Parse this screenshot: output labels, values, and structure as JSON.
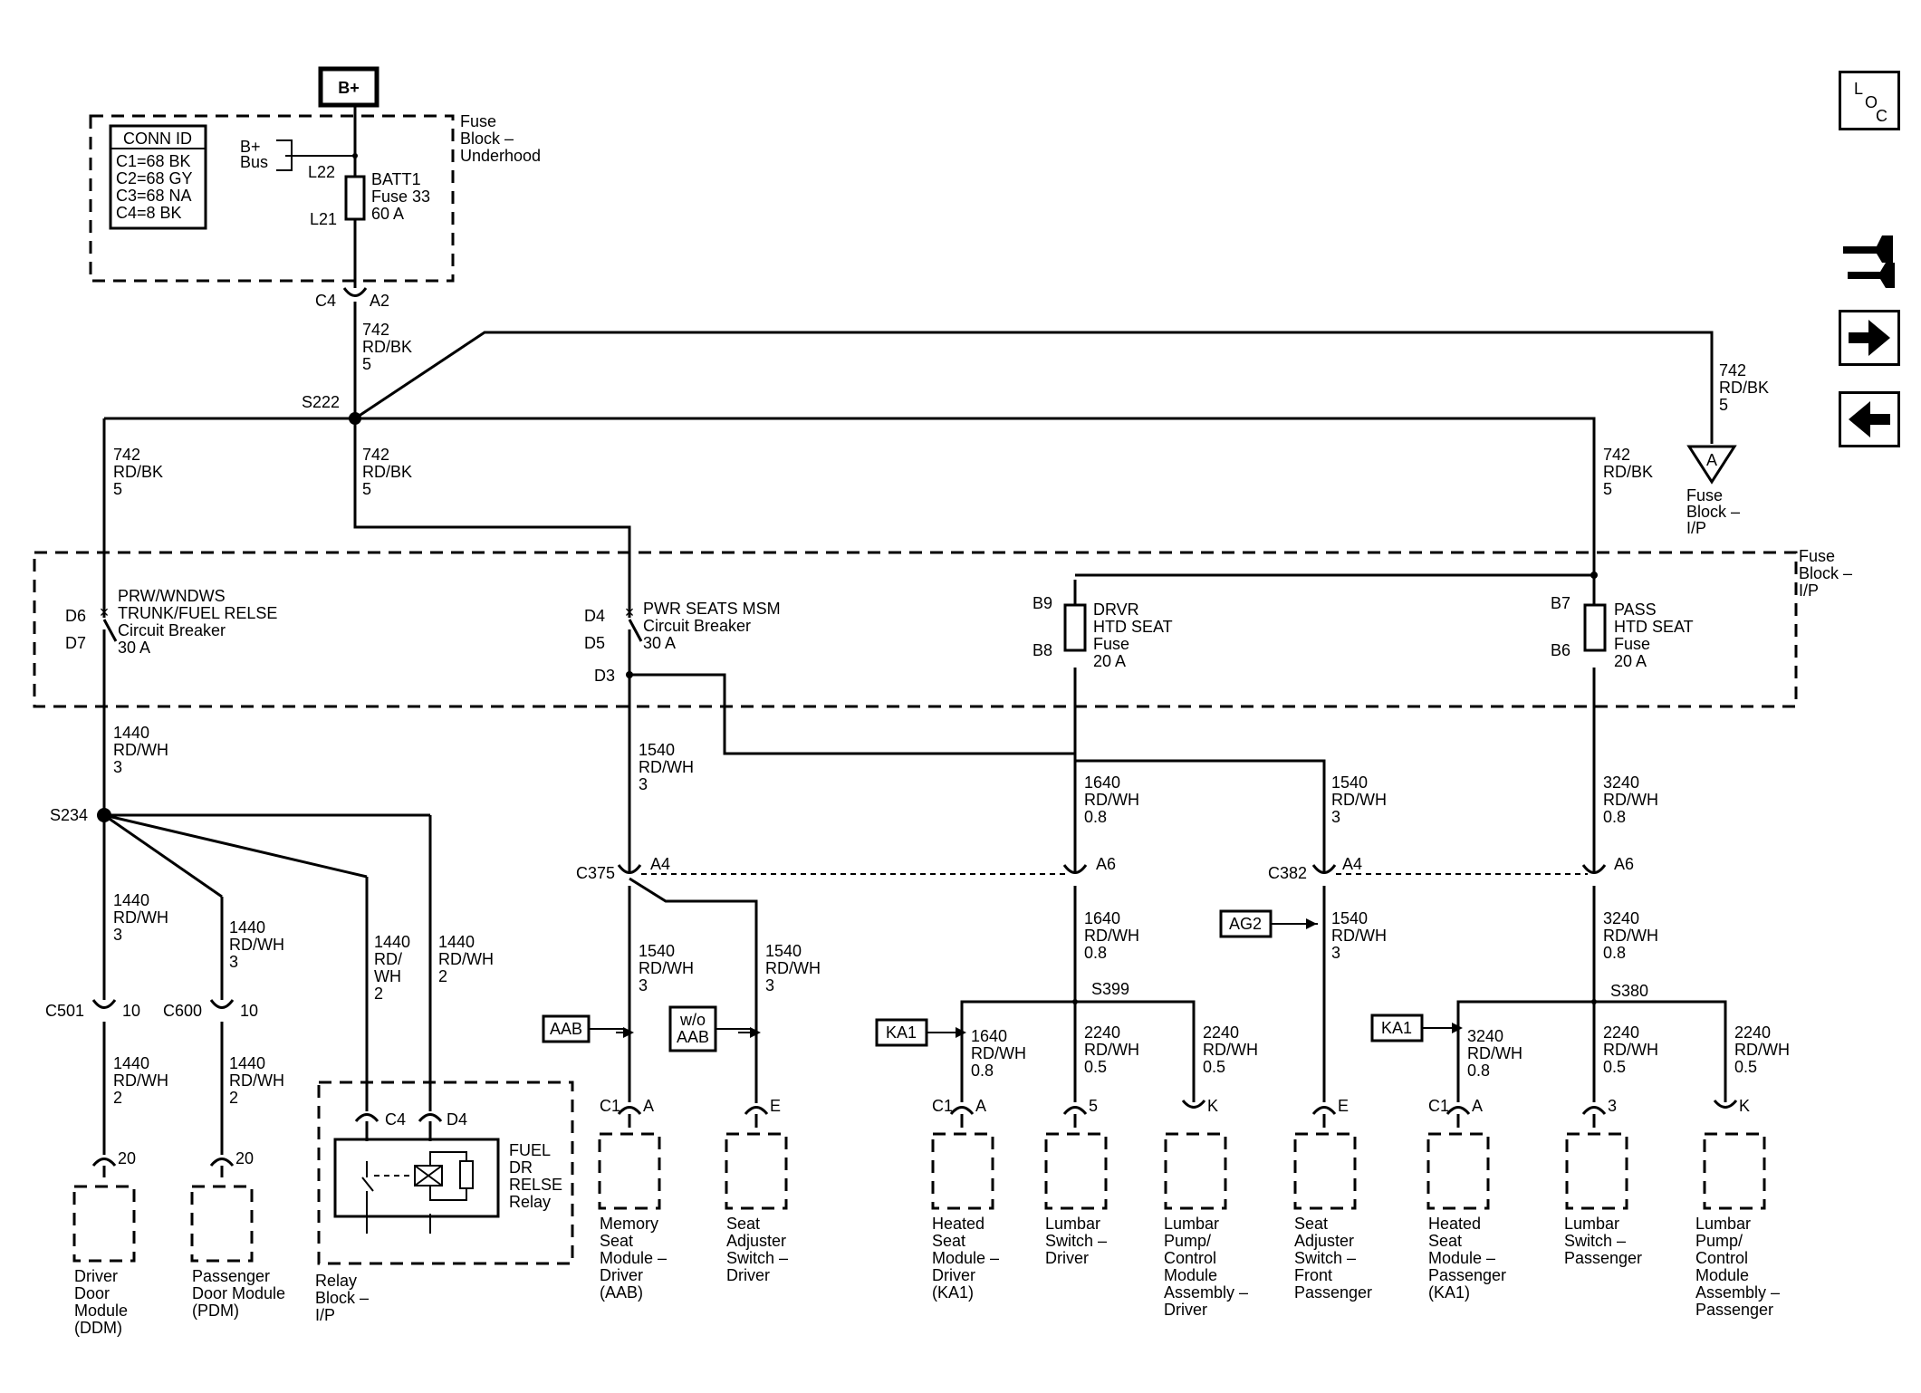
{
  "supply": {
    "bplus": "B+",
    "bplus_bus": [
      "B+",
      "Bus"
    ],
    "fuse_block_underhood": [
      "Fuse",
      "Block –",
      "Underhood"
    ],
    "fuse_block_ip": [
      "Fuse",
      "Block –",
      "I/P"
    ],
    "offpage_fuse_block": [
      "Fuse",
      "Block –",
      "I/P"
    ],
    "offpage_letter": "A"
  },
  "conn_id": {
    "title": "CONN ID",
    "lines": [
      "C1=68 BK",
      "C2=68 GY",
      "C3=68 NA",
      "C4=8 BK"
    ]
  },
  "batt_fuse": {
    "lines": [
      "BATT1",
      "Fuse 33",
      "60 A"
    ],
    "in_pin": "L22",
    "out_pin": "L21"
  },
  "conn_c4": {
    "name": "C4",
    "pin": "A2"
  },
  "splices": {
    "s222": "S222",
    "s234": "S234",
    "s399": "S399",
    "s380": "S380"
  },
  "wires": {
    "w742_a": [
      "742",
      "RD/BK",
      "5"
    ],
    "w742_b": [
      "742",
      "RD/BK",
      "5"
    ],
    "w742_c": [
      "742",
      "RD/BK",
      "5"
    ],
    "w742_d": [
      "742",
      "RD/BK",
      "5"
    ],
    "w742_e": [
      "742",
      "RD/BK",
      "5"
    ],
    "w1440_a": [
      "1440",
      "RD/WH",
      "3"
    ],
    "w1440_b": [
      "1440",
      "RD/WH",
      "3"
    ],
    "w1440_c": [
      "1440",
      "RD/WH",
      "3"
    ],
    "w1440_d": [
      "1440",
      "RD/",
      "WH",
      "2"
    ],
    "w1440_e": [
      "1440",
      "RD/WH",
      "2"
    ],
    "w1440_f": [
      "1440",
      "RD/WH",
      "2"
    ],
    "w1440_g": [
      "1440",
      "RD/WH",
      "2"
    ],
    "w1540_a": [
      "1540",
      "RD/WH",
      "3"
    ],
    "w1540_b": [
      "1540",
      "RD/WH",
      "3"
    ],
    "w1540_c": [
      "1540",
      "RD/WH",
      "3"
    ],
    "w1540_d": [
      "1540",
      "RD/WH",
      "3"
    ],
    "w1540_e": [
      "1540",
      "RD/WH",
      "3"
    ],
    "w1640_a": [
      "1640",
      "RD/WH",
      "0.8"
    ],
    "w1640_b": [
      "1640",
      "RD/WH",
      "0.8"
    ],
    "w1640_c": [
      "1640",
      "RD/WH",
      "0.8"
    ],
    "w2240_a": [
      "2240",
      "RD/WH",
      "0.5"
    ],
    "w2240_b": [
      "2240",
      "RD/WH",
      "0.5"
    ],
    "w2240_c": [
      "2240",
      "RD/WH",
      "0.5"
    ],
    "w2240_d": [
      "2240",
      "RD/WH",
      "0.5"
    ],
    "w3240_a": [
      "3240",
      "RD/WH",
      "0.8"
    ],
    "w3240_b": [
      "3240",
      "RD/WH",
      "0.8"
    ],
    "w3240_c": [
      "3240",
      "RD/WH",
      "0.8"
    ]
  },
  "breakers": {
    "prw": {
      "lines": [
        "PRW/WNDWS",
        "TRUNK/FUEL RELSE",
        "Circuit Breaker",
        "30 A"
      ],
      "pin_in": "D6",
      "pin_out": "D7"
    },
    "pwr": {
      "lines": [
        "PWR SEATS MSM",
        "Circuit Breaker",
        "30 A"
      ],
      "pin_in": "D4",
      "pin_out": "D5",
      "pin_tap": "D3"
    }
  },
  "fuses": {
    "drvr": {
      "lines": [
        "DRVR",
        "HTD SEAT",
        "Fuse",
        "20 A"
      ],
      "pin_in": "B9",
      "pin_out": "B8"
    },
    "pass": {
      "lines": [
        "PASS",
        "HTD SEAT",
        "Fuse",
        "20 A"
      ],
      "pin_in": "B7",
      "pin_out": "B6"
    }
  },
  "connectors": {
    "c375": {
      "name": "C375",
      "pins": [
        "A4",
        "A6"
      ]
    },
    "c382": {
      "name": "C382",
      "pins": [
        "A4",
        "A6"
      ]
    },
    "c501": {
      "name": "C501",
      "pin": "10"
    },
    "c600": {
      "name": "C600",
      "pin": "10"
    }
  },
  "options": {
    "aab": "AAB",
    "wo": [
      "w/o",
      "AAB"
    ],
    "ka1": "KA1",
    "ka1_b": "KA1",
    "ag2": "AG2"
  },
  "relay": {
    "lines": [
      "FUEL",
      "DR",
      "RELSE",
      "Relay"
    ],
    "pin_a": "C4",
    "pin_b": "D4",
    "block": [
      "Relay",
      "Block –",
      "I/P"
    ]
  },
  "components": [
    {
      "conn": "",
      "pin": "20",
      "label": [
        "Driver",
        "Door",
        "Module",
        "(DDM)"
      ]
    },
    {
      "conn": "",
      "pin": "20",
      "label": [
        "Passenger",
        "Door Module",
        "(PDM)"
      ]
    },
    {
      "conn": "C1",
      "pin": "A",
      "label": [
        "Memory",
        "Seat",
        "Module –",
        "Driver",
        "(AAB)"
      ]
    },
    {
      "conn": "",
      "pin": "E",
      "label": [
        "Seat",
        "Adjuster",
        "Switch –",
        "Driver"
      ]
    },
    {
      "conn": "C1",
      "pin": "A",
      "label": [
        "Heated",
        "Seat",
        "Module –",
        "Driver",
        "(KA1)"
      ]
    },
    {
      "conn": "",
      "pin": "5",
      "label": [
        "Lumbar",
        "Switch –",
        "Driver"
      ]
    },
    {
      "conn": "",
      "pin": "K",
      "label": [
        "Lumbar",
        "Pump/",
        "Control",
        "Module",
        "Assembly –",
        "Driver"
      ]
    },
    {
      "conn": "",
      "pin": "E",
      "label": [
        "Seat",
        "Adjuster",
        "Switch –",
        "Front",
        "Passenger"
      ]
    },
    {
      "conn": "C1",
      "pin": "A",
      "label": [
        "Heated",
        "Seat",
        "Module –",
        "Passenger",
        "(KA1)"
      ]
    },
    {
      "conn": "",
      "pin": "3",
      "label": [
        "Lumbar",
        "Switch –",
        "Passenger"
      ]
    },
    {
      "conn": "",
      "pin": "K",
      "label": [
        "Lumbar",
        "Pump/",
        "Control",
        "Module",
        "Assembly –",
        "Passenger"
      ]
    }
  ],
  "nav": {
    "loc_letters": [
      "L",
      "O",
      "C"
    ]
  }
}
